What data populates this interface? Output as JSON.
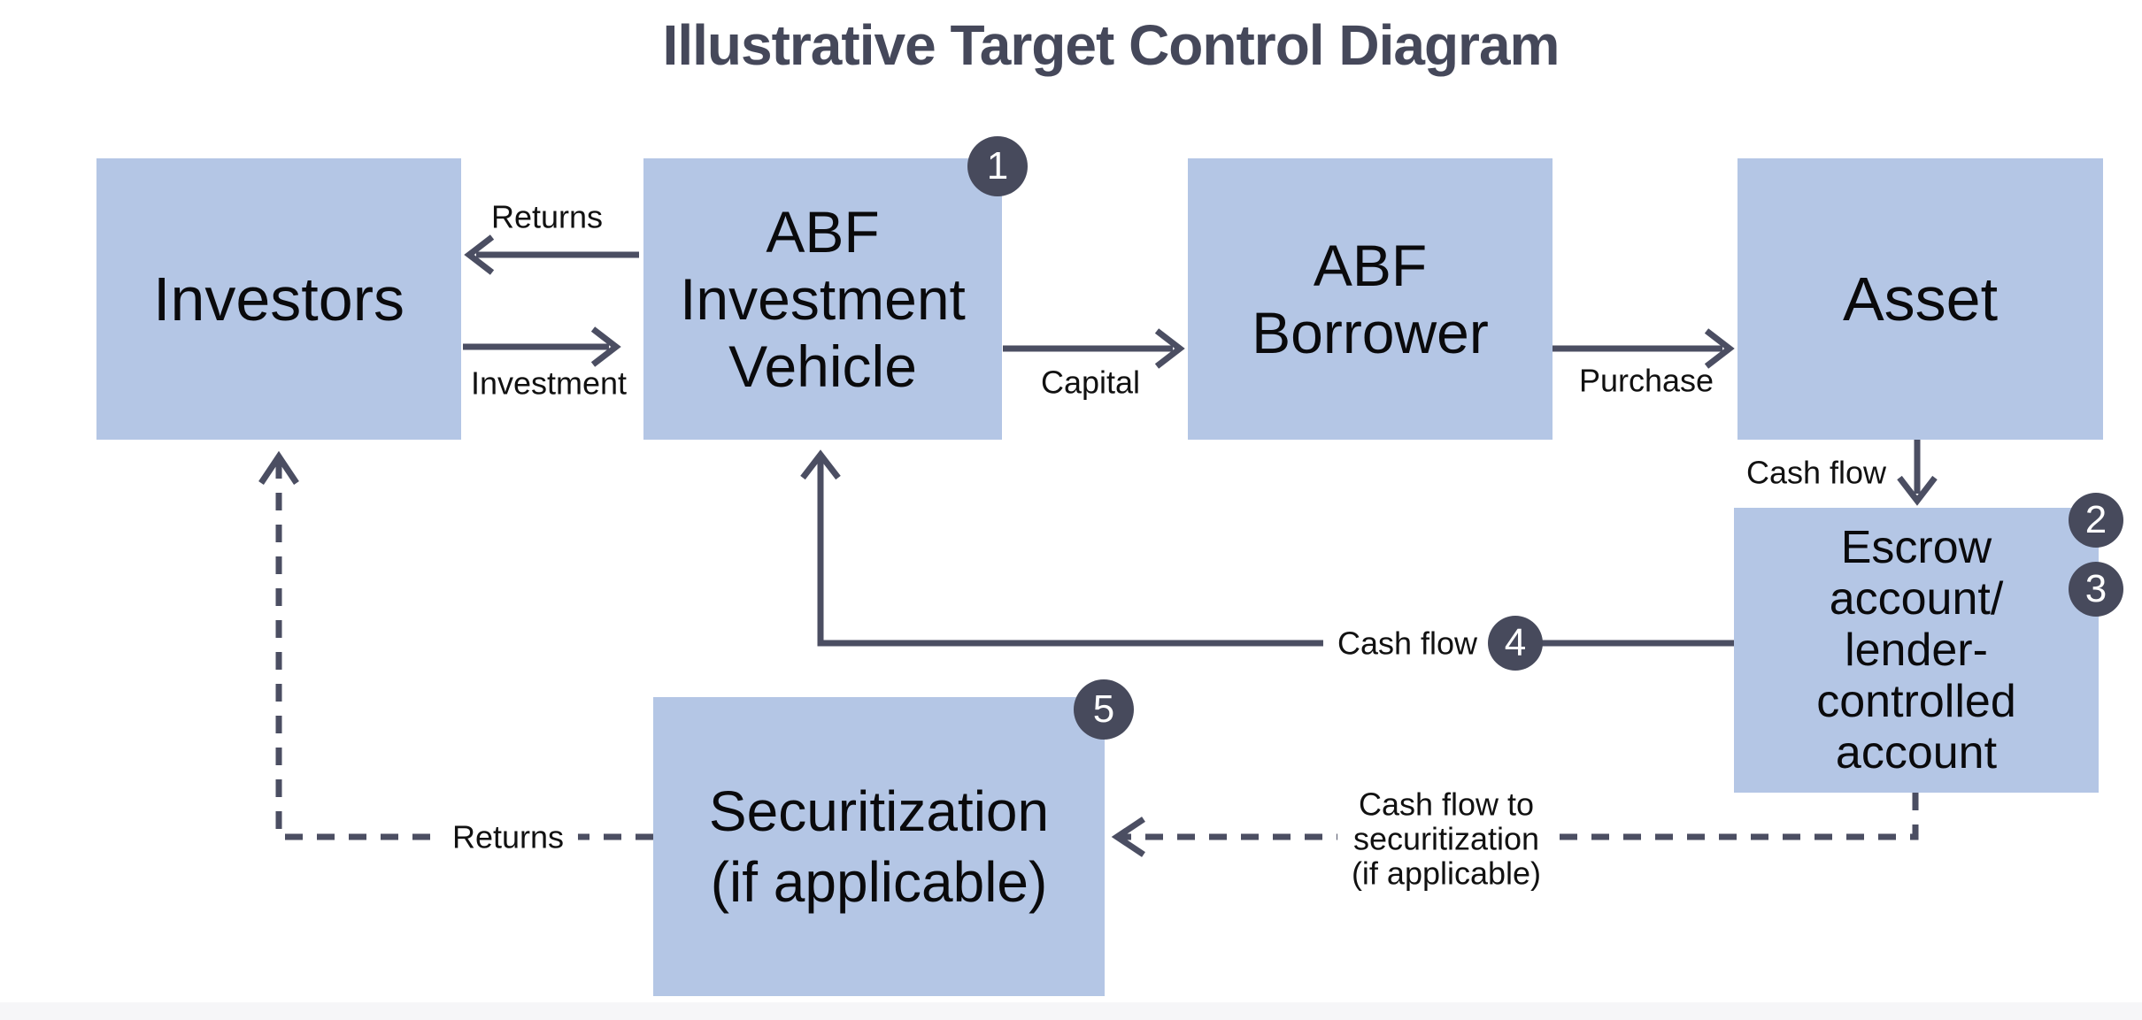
{
  "title": "Illustrative Target Control Diagram",
  "colors": {
    "box_fill": "#b4c6e5",
    "line": "#4b4e62",
    "badge": "#474a5c",
    "title_text": "#45485a",
    "box_text": "#0a0a0c",
    "footer_strip": "#f6f6f8"
  },
  "boxes": {
    "investors": {
      "label": "Investors"
    },
    "vehicle": {
      "badge": "1",
      "lines": [
        "ABF",
        "Investment",
        "Vehicle"
      ]
    },
    "borrower": {
      "lines": [
        "ABF",
        "Borrower"
      ]
    },
    "asset": {
      "label": "Asset"
    },
    "escrow": {
      "badges": [
        "2",
        "3"
      ],
      "lines": [
        "Escrow",
        "account/",
        "lender-",
        "controlled",
        "account"
      ]
    },
    "securitization": {
      "badge": "5",
      "lines": [
        "Securitization",
        "(if applicable)"
      ]
    }
  },
  "labels": {
    "returns_top": "Returns",
    "investment": "Investment",
    "capital": "Capital",
    "purchase": "Purchase",
    "cash_flow_asset": "Cash flow",
    "cash_flow_mid": "Cash flow",
    "cash_flow_mid_badge": "4",
    "cash_flow_securitization": [
      "Cash flow to",
      "securitization",
      "(if applicable)"
    ],
    "returns_bottom": "Returns"
  }
}
